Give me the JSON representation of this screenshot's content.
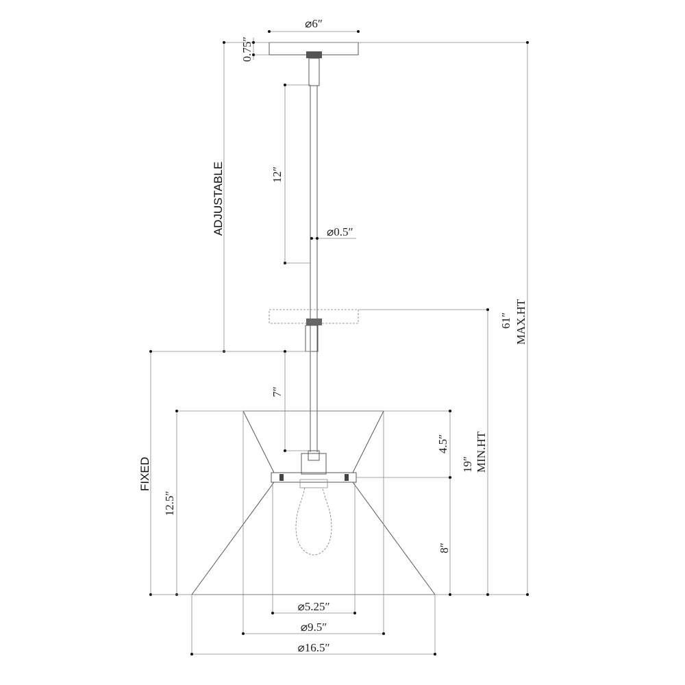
{
  "dimensions": {
    "canopy_diameter": "⌀6″",
    "canopy_height": "0.75″",
    "adjustable_label": "ADJUSTABLE",
    "rod_length": "12″",
    "rod_diameter": "⌀0.5″",
    "fixed_rod": "7″",
    "fixed_label": "FIXED",
    "fixed_height": "12.5″",
    "socket_height": "4.5″",
    "shade_height": "8″",
    "min_height": "19″",
    "min_height_label": "MIN.HT",
    "max_height": "61″",
    "max_height_label": "MAX.HT",
    "bottom_opening": "⌀5.25″",
    "top_diameter": "⌀9.5″",
    "shade_diameter": "⌀16.5″"
  }
}
